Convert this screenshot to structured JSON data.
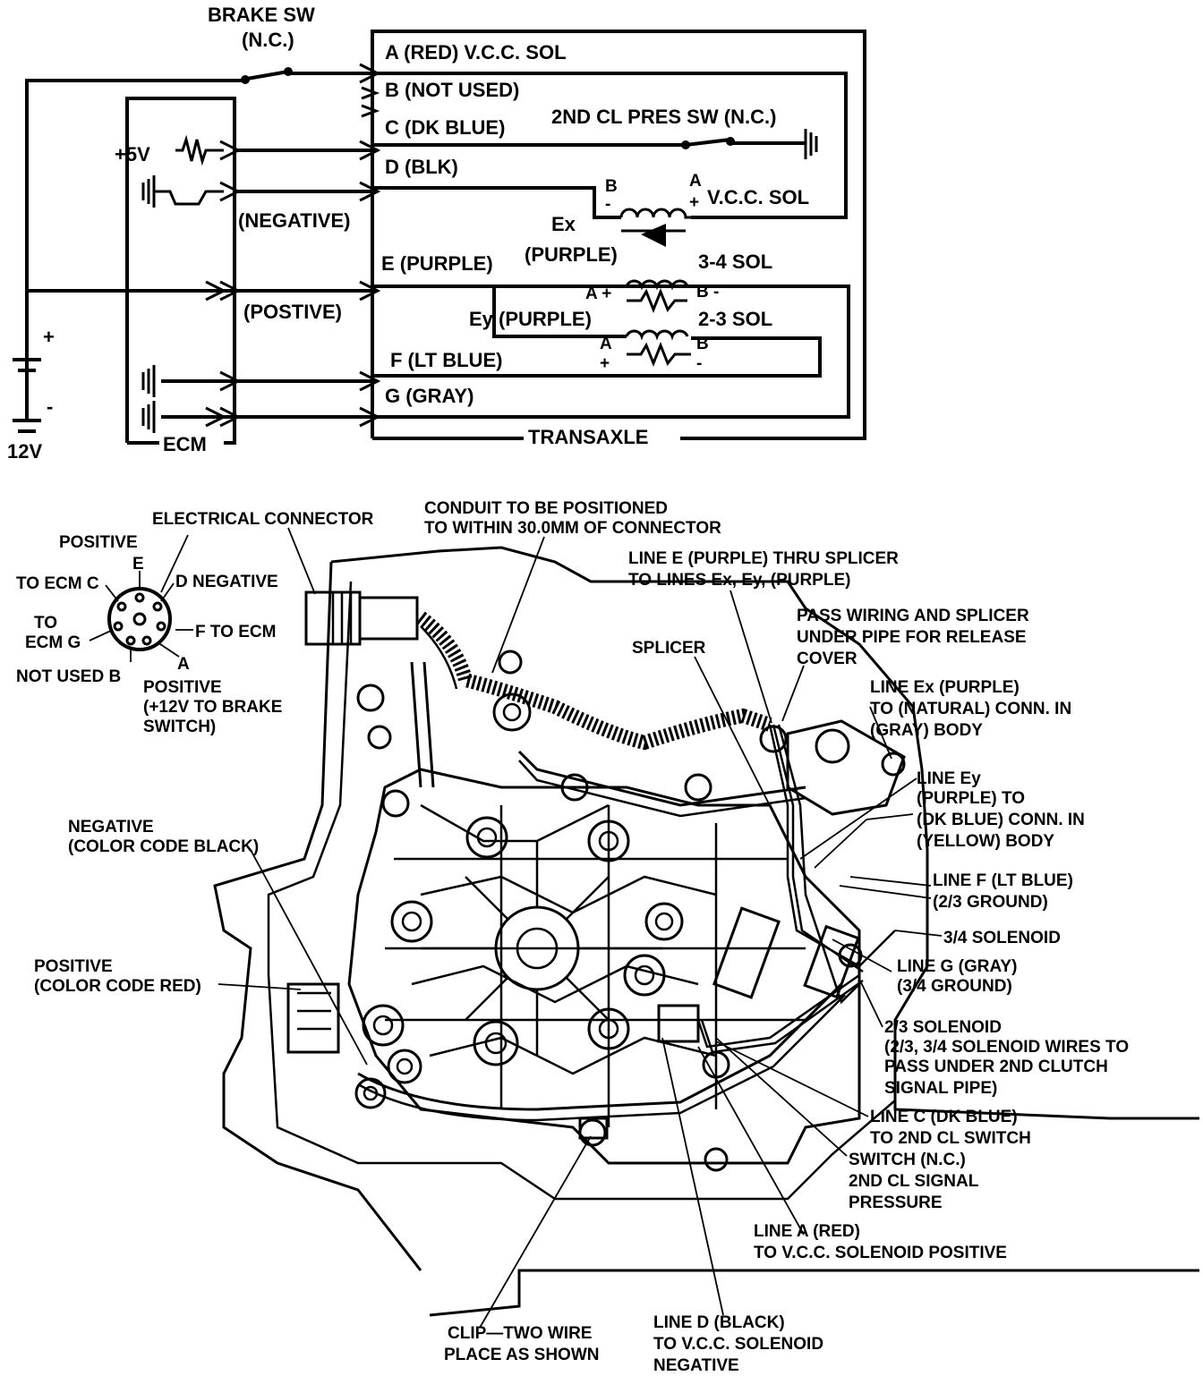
{
  "schematic": {
    "brake_switch_title": "BRAKE SW",
    "brake_switch_state": "(N.C.)",
    "pins": {
      "a": "A (RED) V.C.C. SOL",
      "b": "B (NOT USED)",
      "c": "C (DK BLUE)",
      "d": "D (BLK)",
      "e": "E (PURPLE)",
      "f": "F (LT BLUE)",
      "g": "G (GRAY)"
    },
    "pressure_switch": "2ND CL PRES SW (N.C.)",
    "vcc_solenoid": "V.C.C. SOL",
    "ex_label": "Ex",
    "ex_color": "(PURPLE)",
    "ey_label": "Ey (PURPLE)",
    "sol_34": "3-4 SOL",
    "sol_23": "2-3 SOL",
    "plus_5v": "+5V",
    "negative": "(NEGATIVE)",
    "positive": "(POSTIVE)",
    "battery_plus": "+",
    "battery_minus": "-",
    "battery_voltage": "12V",
    "ecm": "ECM",
    "transaxle": "TRANSAXLE",
    "term_a": "A",
    "term_b": "B",
    "sign_plus": "+",
    "sign_minus": "-",
    "term_a_plus": "A +",
    "term_b_minus": "B -"
  },
  "connector": {
    "title": "ELECTRICAL CONNECTOR",
    "positive_e": "POSITIVE",
    "pin_e": "E",
    "to_ecm_c": "TO ECM C",
    "d_negative": "D NEGATIVE",
    "to_ecm_g_1": "TO",
    "to_ecm_g_2": "ECM G",
    "f_to_ecm": "F TO ECM",
    "not_used_b": "NOT USED B",
    "pin_a": "A",
    "positive_a_1": "POSITIVE",
    "positive_a_2": "(+12V TO BRAKE",
    "positive_a_3": "SWITCH)"
  },
  "callouts": {
    "conduit_1": "CONDUIT TO BE POSITIONED",
    "conduit_2": "TO WITHIN 30.0MM OF CONNECTOR",
    "line_e_1": "LINE E (PURPLE) THRU SPLICER",
    "line_e_2": "TO LINES Ex, Ey, (PURPLE)",
    "pass_1": "PASS WIRING AND SPLICER",
    "pass_2": "UNDER PIPE FOR RELEASE",
    "pass_3": "COVER",
    "splicer": "SPLICER",
    "line_ex_1": "LINE Ex (PURPLE)",
    "line_ex_2": "TO (NATURAL) CONN. IN",
    "line_ex_3": "(GRAY) BODY",
    "line_ey_1": "LINE Ey",
    "line_ey_2": "(PURPLE) TO",
    "line_ey_3": "(DK BLUE) CONN. IN",
    "line_ey_4": "(YELLOW) BODY",
    "negative_1": "NEGATIVE",
    "negative_2": "(COLOR CODE BLACK)",
    "line_f_1": "LINE F (LT BLUE)",
    "line_f_2": "(2/3 GROUND)",
    "sol_34": "3/4 SOLENOID",
    "line_g_1": "LINE G (GRAY)",
    "line_g_2": "(3/4 GROUND)",
    "positive_1": "POSITIVE",
    "positive_2": "(COLOR CODE RED)",
    "sol_23_1": "2/3 SOLENOID",
    "sol_23_2": "(2/3, 3/4 SOLENOID WIRES TO",
    "sol_23_3": "PASS UNDER 2ND CLUTCH",
    "sol_23_4": "SIGNAL PIPE)",
    "line_c_1": "LINE C (DK BLUE)",
    "line_c_2": "TO 2ND CL SWITCH",
    "switch_1": "SWITCH (N.C.)",
    "switch_2": "2ND CL SIGNAL",
    "switch_3": "PRESSURE",
    "line_a_1": "LINE A (RED)",
    "line_a_2": "TO V.C.C. SOLENOID POSITIVE",
    "clip_1": "CLIP—TWO WIRE",
    "clip_2": "PLACE AS SHOWN",
    "line_d_1": "LINE D (BLACK)",
    "line_d_2": "TO V.C.C. SOLENOID",
    "line_d_3": "NEGATIVE"
  }
}
